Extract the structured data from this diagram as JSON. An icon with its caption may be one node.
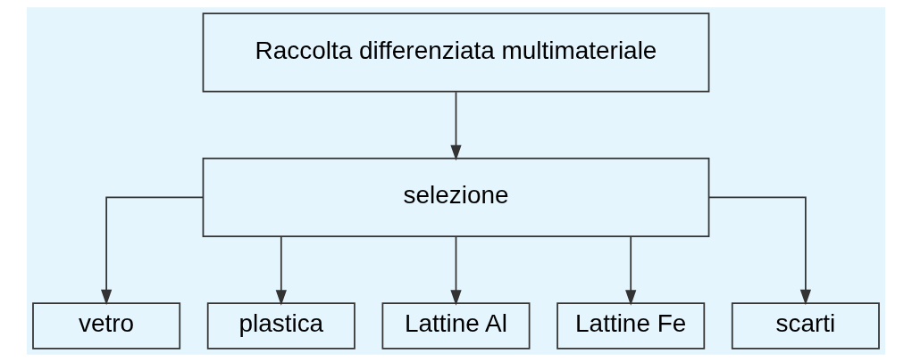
{
  "diagram": {
    "nodes": [
      {
        "text": [
          "Raccolta differenziata multimateriale"
        ]
      },
      {
        "text": [
          "selezione"
        ]
      },
      {
        "text": [
          "vetro"
        ]
      },
      {
        "text": [
          "plastica"
        ]
      },
      {
        "text": [
          "Lattine Al"
        ]
      },
      {
        "text": [
          "Lattine Fe"
        ]
      },
      {
        "text": [
          "scarti"
        ]
      }
    ],
    "edges": [
      {
        "from": 0,
        "to": 1,
        "arrow": "to"
      },
      {
        "from": 1,
        "to": 2,
        "arrow": "to"
      },
      {
        "from": 1,
        "to": 3,
        "arrow": "to"
      },
      {
        "from": 1,
        "to": 4,
        "arrow": "to"
      },
      {
        "from": 1,
        "to": 5,
        "arrow": "to"
      },
      {
        "from": 1,
        "to": 6,
        "arrow": "to"
      }
    ]
  }
}
